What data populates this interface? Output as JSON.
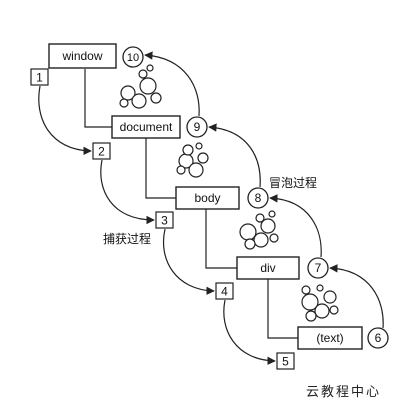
{
  "nodes": {
    "window": "window",
    "document": "document",
    "body": "body",
    "div": "div",
    "text": "(text)"
  },
  "capture_steps": [
    "1",
    "2",
    "3",
    "4",
    "5"
  ],
  "bubble_steps": [
    "6",
    "7",
    "8",
    "9",
    "10"
  ],
  "labels": {
    "capture_phase": "捕获过程",
    "bubble_phase": "冒泡过程"
  },
  "watermark": "云教程中心",
  "colors": {
    "stroke": "#222222",
    "fill": "#ffffff"
  }
}
